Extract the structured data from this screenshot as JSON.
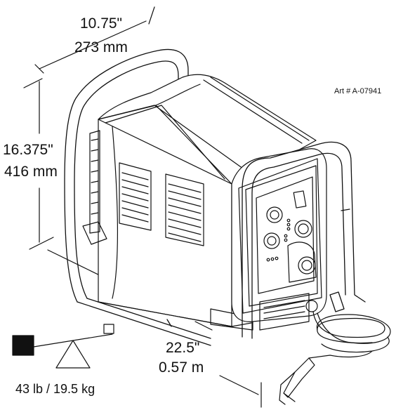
{
  "art_number": "Art # A-07941",
  "dimensions": {
    "depth_in": "10.75\"",
    "depth_mm": "273 mm",
    "height_in": "16.375\"",
    "height_mm": "416 mm",
    "length_in": "22.5\"",
    "length_m": "0.57 m"
  },
  "weight": "43 lb / 19.5 kg"
}
